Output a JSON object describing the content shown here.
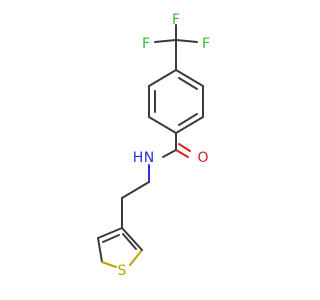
{
  "atoms": {
    "f_top": "F",
    "f_left": "F",
    "f_right": "F",
    "oxygen": "O",
    "amide_nitrogen": "N",
    "amide_hydrogen": "H",
    "sulfur": "S"
  },
  "colors": {
    "carbon_bond": "#3b3b3b",
    "fluorine": "#33bb33",
    "oxygen": "#d62222",
    "nitrogen": "#2f2fd6",
    "sulfur": "#b8a400"
  }
}
